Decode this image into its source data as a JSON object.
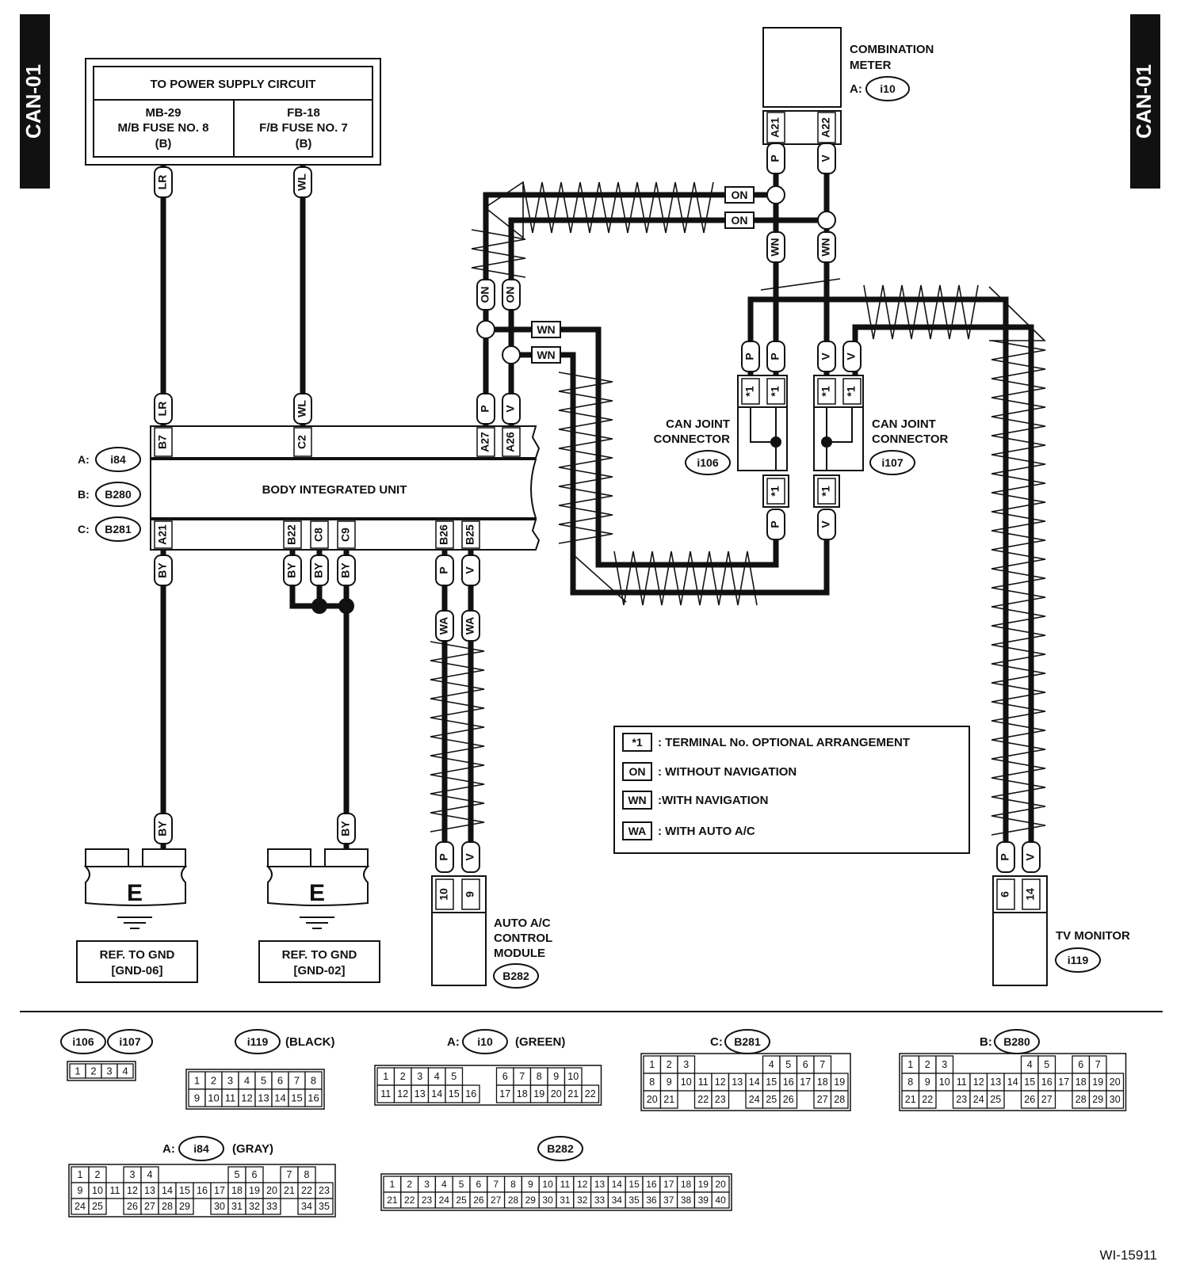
{
  "page_tags": {
    "left": "CAN-01",
    "right": "CAN-01"
  },
  "figure_id": "WI-15911",
  "power_supply": {
    "title": "TO POWER SUPPLY CIRCUIT",
    "left": [
      "MB-29",
      "M/B FUSE NO. 8",
      "(B)"
    ],
    "right": [
      "FB-18",
      "F/B FUSE NO. 7",
      "(B)"
    ]
  },
  "body_unit": {
    "label": "BODY INTEGRATED UNIT",
    "conn_a_prefix": "A:",
    "conn_a": "i84",
    "conn_b_prefix": "B:",
    "conn_b": "B280",
    "conn_c_prefix": "C:",
    "conn_c": "B281",
    "top_pins": [
      "B7",
      "C2",
      "A27",
      "A26"
    ],
    "bottom_pins": [
      "A21",
      "B22",
      "C8",
      "C9",
      "B26",
      "B25"
    ]
  },
  "combination_meter": {
    "name": [
      "COMBINATION",
      "METER"
    ],
    "conn_prefix": "A:",
    "conn": "i10",
    "pins": [
      "A21",
      "A22"
    ]
  },
  "can_joint_i106": {
    "name": [
      "CAN JOINT",
      "CONNECTOR"
    ],
    "conn": "i106"
  },
  "can_joint_i107": {
    "name": [
      "CAN JOINT",
      "CONNECTOR"
    ],
    "conn": "i107"
  },
  "terminal_star": "*1",
  "auto_ac": {
    "name": [
      "AUTO A/C",
      "CONTROL",
      "MODULE"
    ],
    "conn": "B282",
    "pins": [
      "10",
      "9"
    ]
  },
  "tv_monitor": {
    "name": "TV MONITOR",
    "conn": "i119",
    "pins": [
      "6",
      "14"
    ]
  },
  "ground": [
    {
      "symbol": "E",
      "ref": [
        "REF. TO GND",
        "[GND-06]"
      ]
    },
    {
      "symbol": "E",
      "ref": [
        "REF. TO GND",
        "[GND-02]"
      ]
    }
  ],
  "wire_codes": {
    "LR": "LR",
    "WL": "WL",
    "P": "P",
    "V": "V",
    "BY": "BY",
    "WN": "WN",
    "ON": "ON",
    "WA": "WA"
  },
  "legend": [
    {
      "code": "*1",
      "text": ": TERMINAL No. OPTIONAL ARRANGEMENT"
    },
    {
      "code": "ON",
      "text": ": WITHOUT NAVIGATION"
    },
    {
      "code": "WN",
      "text": ":WITH NAVIGATION"
    },
    {
      "code": "WA",
      "text": ": WITH AUTO A/C"
    }
  ],
  "connector_views": {
    "i106_i107": {
      "labels": [
        "i106",
        "i107"
      ],
      "rows": [
        [
          "1",
          "2",
          "3",
          "4"
        ]
      ]
    },
    "i119": {
      "label": "i119",
      "color": "(BLACK)",
      "rows": [
        [
          "1",
          "2",
          "3",
          "4",
          "5",
          "6",
          "7",
          "8"
        ],
        [
          "9",
          "10",
          "11",
          "12",
          "13",
          "14",
          "15",
          "16"
        ]
      ]
    },
    "i10": {
      "prefix": "A:",
      "label": "i10",
      "color": "(GREEN)",
      "rows": [
        [
          "1",
          "2",
          "3",
          "4",
          "5",
          "",
          "",
          "6",
          "7",
          "8",
          "9",
          "10"
        ],
        [
          "11",
          "12",
          "13",
          "14",
          "15",
          "16",
          "",
          "17",
          "18",
          "19",
          "20",
          "21",
          "22"
        ]
      ]
    },
    "B281": {
      "prefix": "C:",
      "label": "B281",
      "rows": [
        [
          "1",
          "2",
          "3",
          "",
          "",
          "",
          "",
          "4",
          "5",
          "6",
          "7"
        ],
        [
          "8",
          "9",
          "10",
          "11",
          "12",
          "13",
          "14",
          "15",
          "16",
          "17",
          "18",
          "19"
        ],
        [
          "20",
          "21",
          "",
          "22",
          "23",
          "",
          "24",
          "25",
          "26",
          "",
          "27",
          "28"
        ]
      ]
    },
    "B280": {
      "prefix": "B:",
      "label": "B280",
      "rows": [
        [
          "1",
          "2",
          "3",
          "",
          "",
          "",
          "",
          "4",
          "5",
          "",
          "6",
          "7"
        ],
        [
          "8",
          "9",
          "10",
          "11",
          "12",
          "13",
          "14",
          "15",
          "16",
          "17",
          "18",
          "19",
          "20"
        ],
        [
          "21",
          "22",
          "",
          "23",
          "24",
          "25",
          "",
          "26",
          "27",
          "",
          "28",
          "29",
          "30"
        ]
      ]
    },
    "i84": {
      "prefix": "A:",
      "label": "i84",
      "color": "(GRAY)",
      "rows": [
        [
          "1",
          "2",
          "",
          "3",
          "4",
          "",
          "",
          "",
          "",
          "5",
          "6",
          "",
          "7",
          "8"
        ],
        [
          "9",
          "10",
          "11",
          "12",
          "13",
          "14",
          "15",
          "16",
          "17",
          "18",
          "19",
          "20",
          "21",
          "22",
          "23"
        ],
        [
          "24",
          "25",
          "",
          "26",
          "27",
          "28",
          "29",
          "",
          "30",
          "31",
          "32",
          "33",
          "",
          "34",
          "35"
        ]
      ]
    },
    "B282": {
      "label": "B282",
      "rows": [
        [
          "1",
          "2",
          "3",
          "4",
          "5",
          "6",
          "7",
          "8",
          "9",
          "10",
          "11",
          "12",
          "13",
          "14",
          "15",
          "16",
          "17",
          "18",
          "19",
          "20"
        ],
        [
          "21",
          "22",
          "23",
          "24",
          "25",
          "26",
          "27",
          "28",
          "29",
          "30",
          "31",
          "32",
          "33",
          "34",
          "35",
          "36",
          "37",
          "38",
          "39",
          "40"
        ]
      ]
    }
  }
}
